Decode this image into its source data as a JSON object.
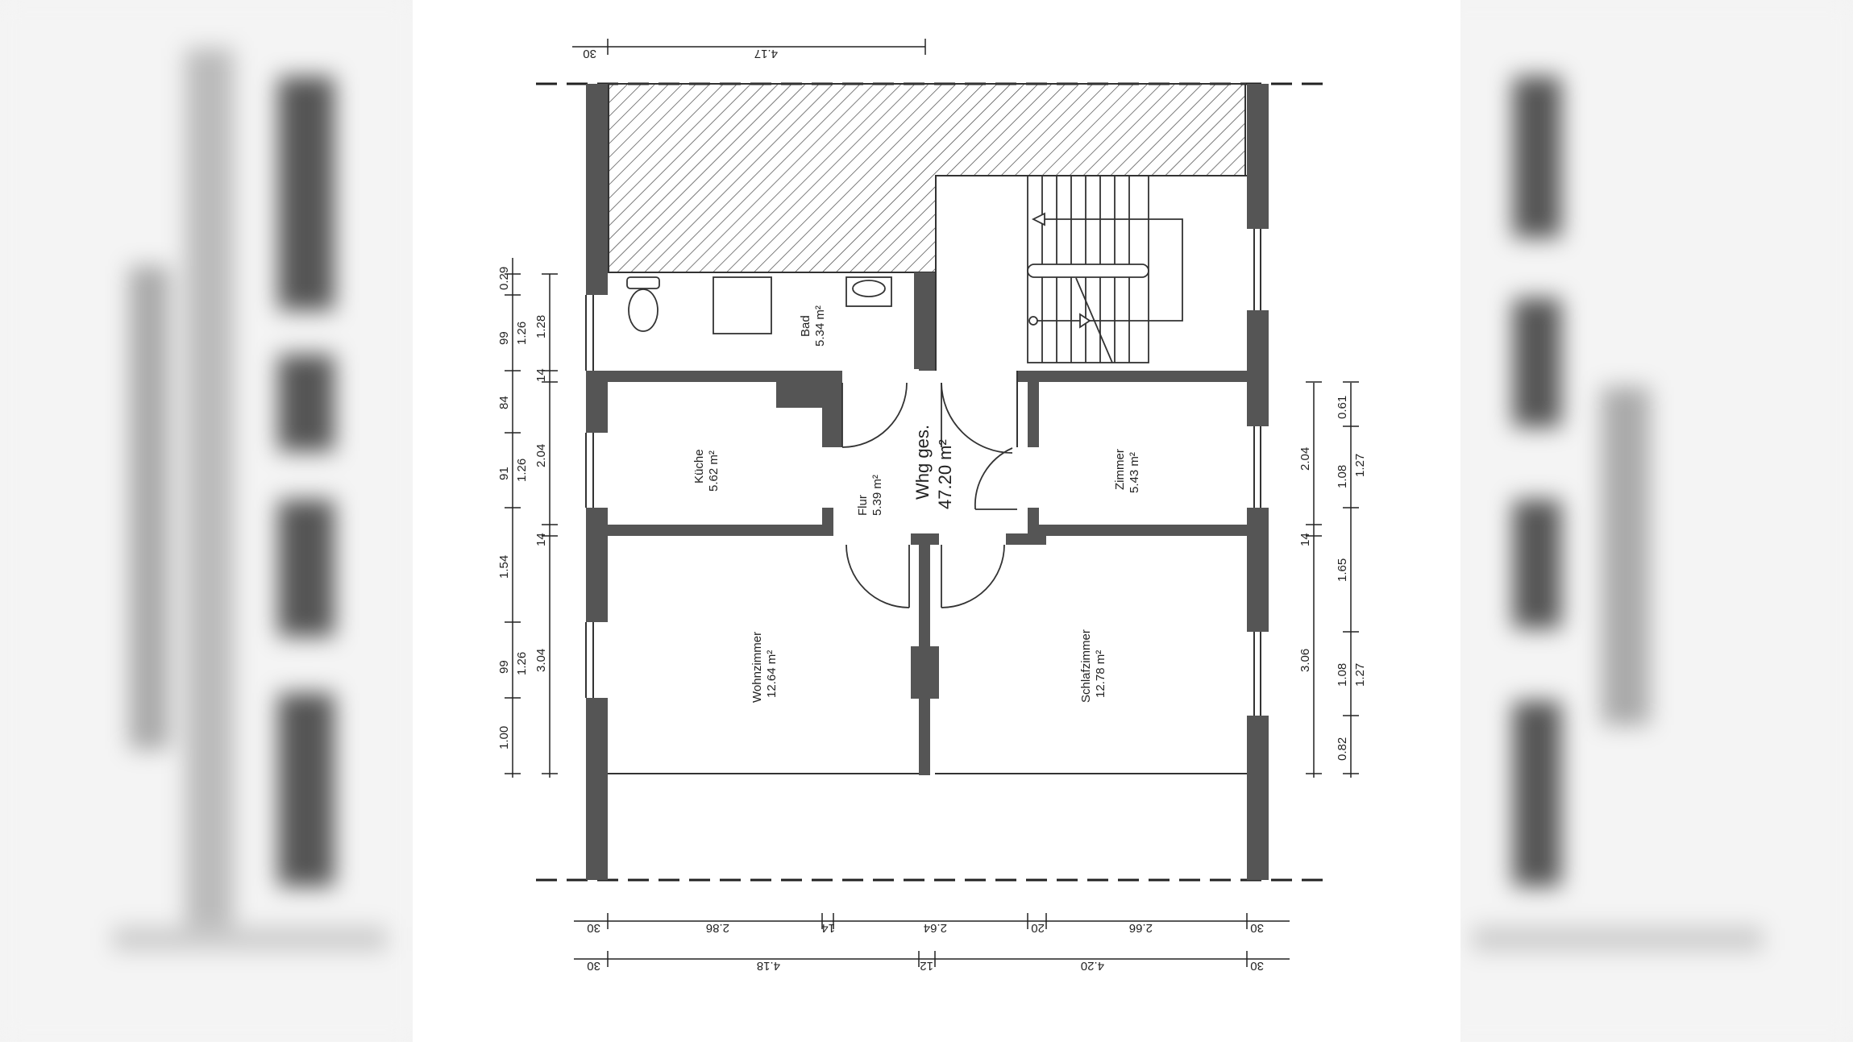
{
  "rooms": [
    {
      "name": "Bad",
      "area": "5.34 m²"
    },
    {
      "name": "Küche",
      "area": "5.62 m²"
    },
    {
      "name": "Flur",
      "area": "5.39 m²"
    },
    {
      "name": "Zimmer",
      "area": "5.43 m²"
    },
    {
      "name": "Wohnzimmer",
      "area": "12.64 m²"
    },
    {
      "name": "Schlafzimmer",
      "area": "12.78 m²"
    }
  ],
  "total": {
    "label": "Whg ges.",
    "area": "47.20 m²"
  },
  "dims_top": [
    "30",
    "4.17"
  ],
  "dims_bottom1": [
    "30",
    "2.86",
    "14",
    "2.64",
    "20",
    "2.66",
    "30"
  ],
  "dims_bottom2": [
    "30",
    "4.18",
    "12",
    "4.20",
    "30"
  ],
  "dims_left_outer": [
    "0.29",
    "99",
    "1.26",
    "84",
    "91",
    "1.26",
    "1.54",
    "99",
    "1.26",
    "1.00"
  ],
  "dims_left_inner": [
    "1.28",
    "14",
    "2.04",
    "14",
    "3.04"
  ],
  "dims_right_inner": [
    "2.04",
    "14",
    "3.06"
  ],
  "dims_right_outer": [
    "0.61",
    "1.27",
    "1.08",
    "1.65",
    "1.08",
    "1.27",
    "0.82"
  ]
}
